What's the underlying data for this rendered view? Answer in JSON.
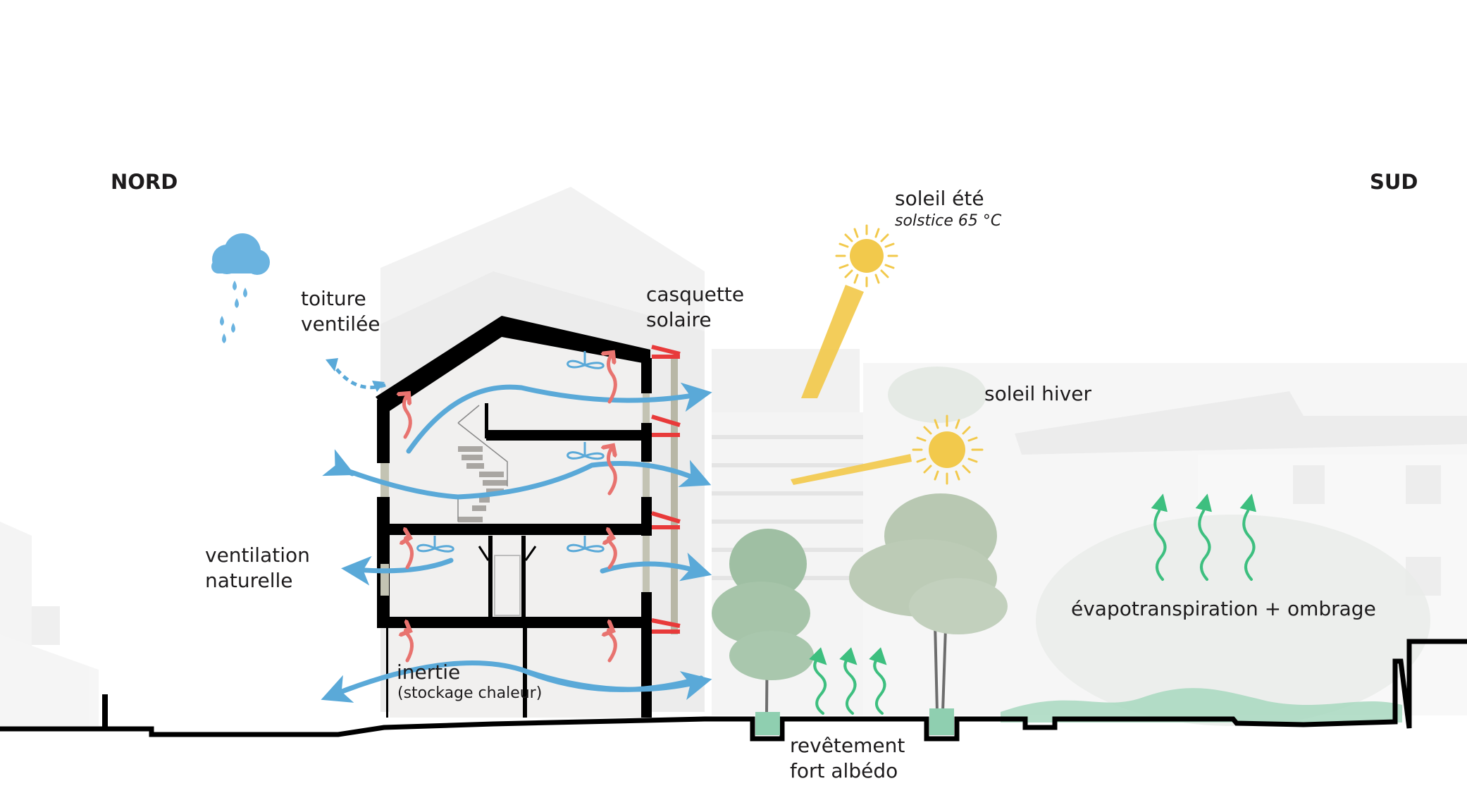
{
  "diagram": {
    "title": "Coupe bioclimatique Nord-Sud",
    "orientation": {
      "left": "NORD",
      "right": "SUD"
    },
    "labels": {
      "toiture": [
        "toiture",
        "ventilée"
      ],
      "casquette": [
        "casquette",
        "solaire"
      ],
      "soleil_ete": "soleil été",
      "soleil_ete_sub": "solstice 65 °C",
      "soleil_hiver": "soleil hiver",
      "ventilation": [
        "ventilation",
        "naturelle"
      ],
      "inertie": "inertie",
      "inertie_sub": "(stockage chaleur)",
      "revetement": [
        "revêtement",
        "fort albédo"
      ],
      "evapo": "évapotranspiration + ombrage"
    },
    "icons": {
      "rain": "rain-cloud-icon",
      "sun_summer": "sun-icon",
      "sun_winter": "sun-icon",
      "fan": "ceiling-fan-icon",
      "heat_arrow": "heat-rise-arrow-icon",
      "air_arrow": "airflow-arrow-icon",
      "evap_arrow": "evaporation-arrow-icon"
    },
    "colors": {
      "text": "#1d1b1c",
      "structure": "#000000",
      "airflow": "#5aa9d8",
      "rain": "#6ab3e0",
      "heat": "#e8736f",
      "brise_soleil": "#e83a3a",
      "sun": "#f2c94c",
      "evaporation": "#3dbf7f",
      "vegetation": "#8fcfb0",
      "background_building": "#ececec"
    }
  }
}
